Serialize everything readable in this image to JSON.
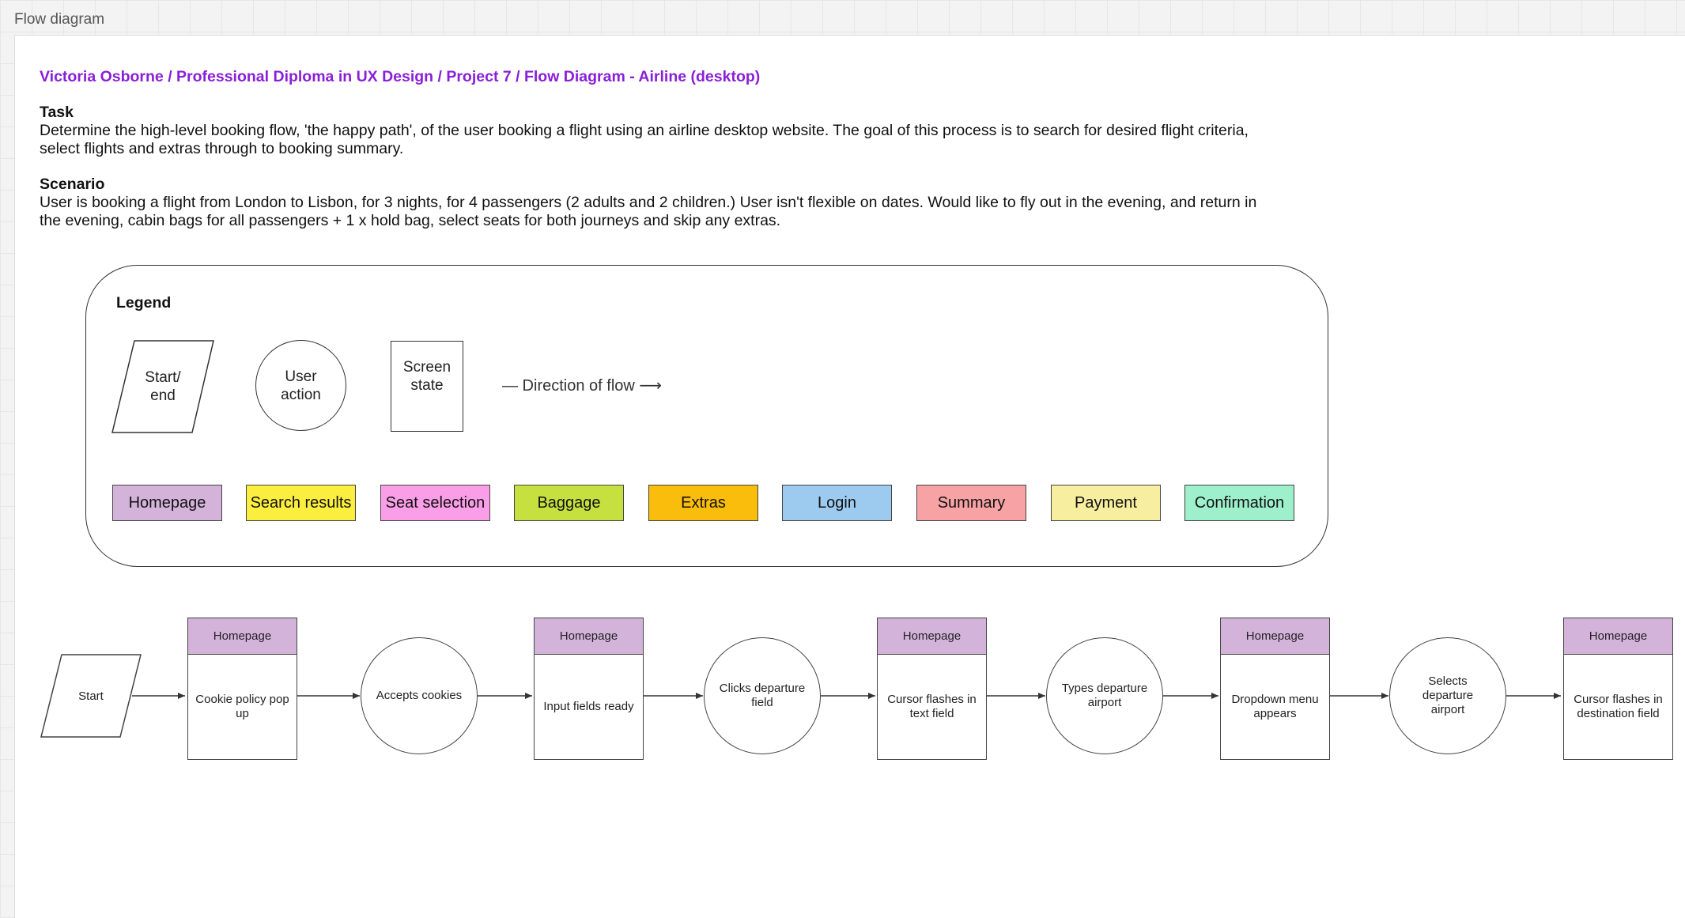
{
  "frame": {
    "label": "Flow diagram"
  },
  "header": {
    "title": "Victoria Osborne / Professional Diploma in UX Design / Project 7 / Flow Diagram - Airline (desktop)",
    "task_heading": "Task",
    "task_text": "Determine the high-level booking flow, 'the happy path', of the user booking a flight using an airline desktop website. The goal of this process is to search for desired flight criteria, select flights and extras through to booking summary.",
    "scenario_heading": "Scenario",
    "scenario_text": "User is booking a flight from London to Lisbon, for 3 nights, for 4 passengers (2 adults and 2 children.) User isn't flexible on dates. Would like to fly out in the evening, and return in the evening, cabin bags for all passengers + 1 x hold bag, select seats for both journeys and skip any extras."
  },
  "legend": {
    "title": "Legend",
    "start_end": "Start/\nend",
    "user_action": "User\naction",
    "screen_state": "Screen\nstate",
    "direction": "— Direction of flow ⟶",
    "categories": [
      {
        "label": "Homepage",
        "color": "#d4b3db"
      },
      {
        "label": "Search results",
        "color": "#fbee3e"
      },
      {
        "label": "Seat selection",
        "color": "#fb9ee8"
      },
      {
        "label": "Baggage",
        "color": "#c6e03f"
      },
      {
        "label": "Extras",
        "color": "#fbbd0b"
      },
      {
        "label": "Login",
        "color": "#9dcbf0"
      },
      {
        "label": "Summary",
        "color": "#f7a2a4"
      },
      {
        "label": "Payment",
        "color": "#f7ef9f"
      },
      {
        "label": "Confirmation",
        "color": "#9ef0cc"
      }
    ]
  },
  "flow": {
    "start": "Start",
    "screens": [
      {
        "header": "Homepage",
        "text": "Cookie policy pop up"
      },
      {
        "header": "Homepage",
        "text": "Input fields ready"
      },
      {
        "header": "Homepage",
        "text": "Cursor flashes in text field"
      },
      {
        "header": "Homepage",
        "text": "Dropdown menu appears"
      },
      {
        "header": "Homepage",
        "text": "Cursor flashes in destination field"
      }
    ],
    "actions": [
      {
        "text": "Accepts cookies"
      },
      {
        "text": "Clicks departure field"
      },
      {
        "text": "Types departure airport"
      },
      {
        "text": "Selects departure airport"
      }
    ]
  }
}
